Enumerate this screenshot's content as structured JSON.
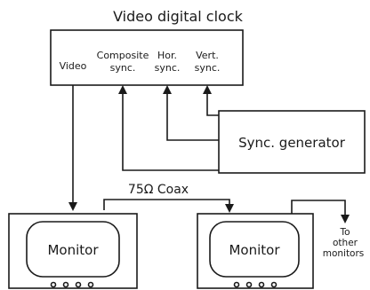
{
  "title": "Video digital clock",
  "clock_ports": {
    "video": "Video",
    "composite_line1": "Composite",
    "composite_line2": "sync.",
    "hor_line1": "Hor.",
    "hor_line2": "sync.",
    "vert_line1": "Vert.",
    "vert_line2": "sync."
  },
  "sync_generator": "Sync. generator",
  "coax_label": "75Ω Coax",
  "monitor_left": "Monitor",
  "monitor_right": "Monitor",
  "other_monitors": [
    "To",
    "other",
    "monitors"
  ]
}
